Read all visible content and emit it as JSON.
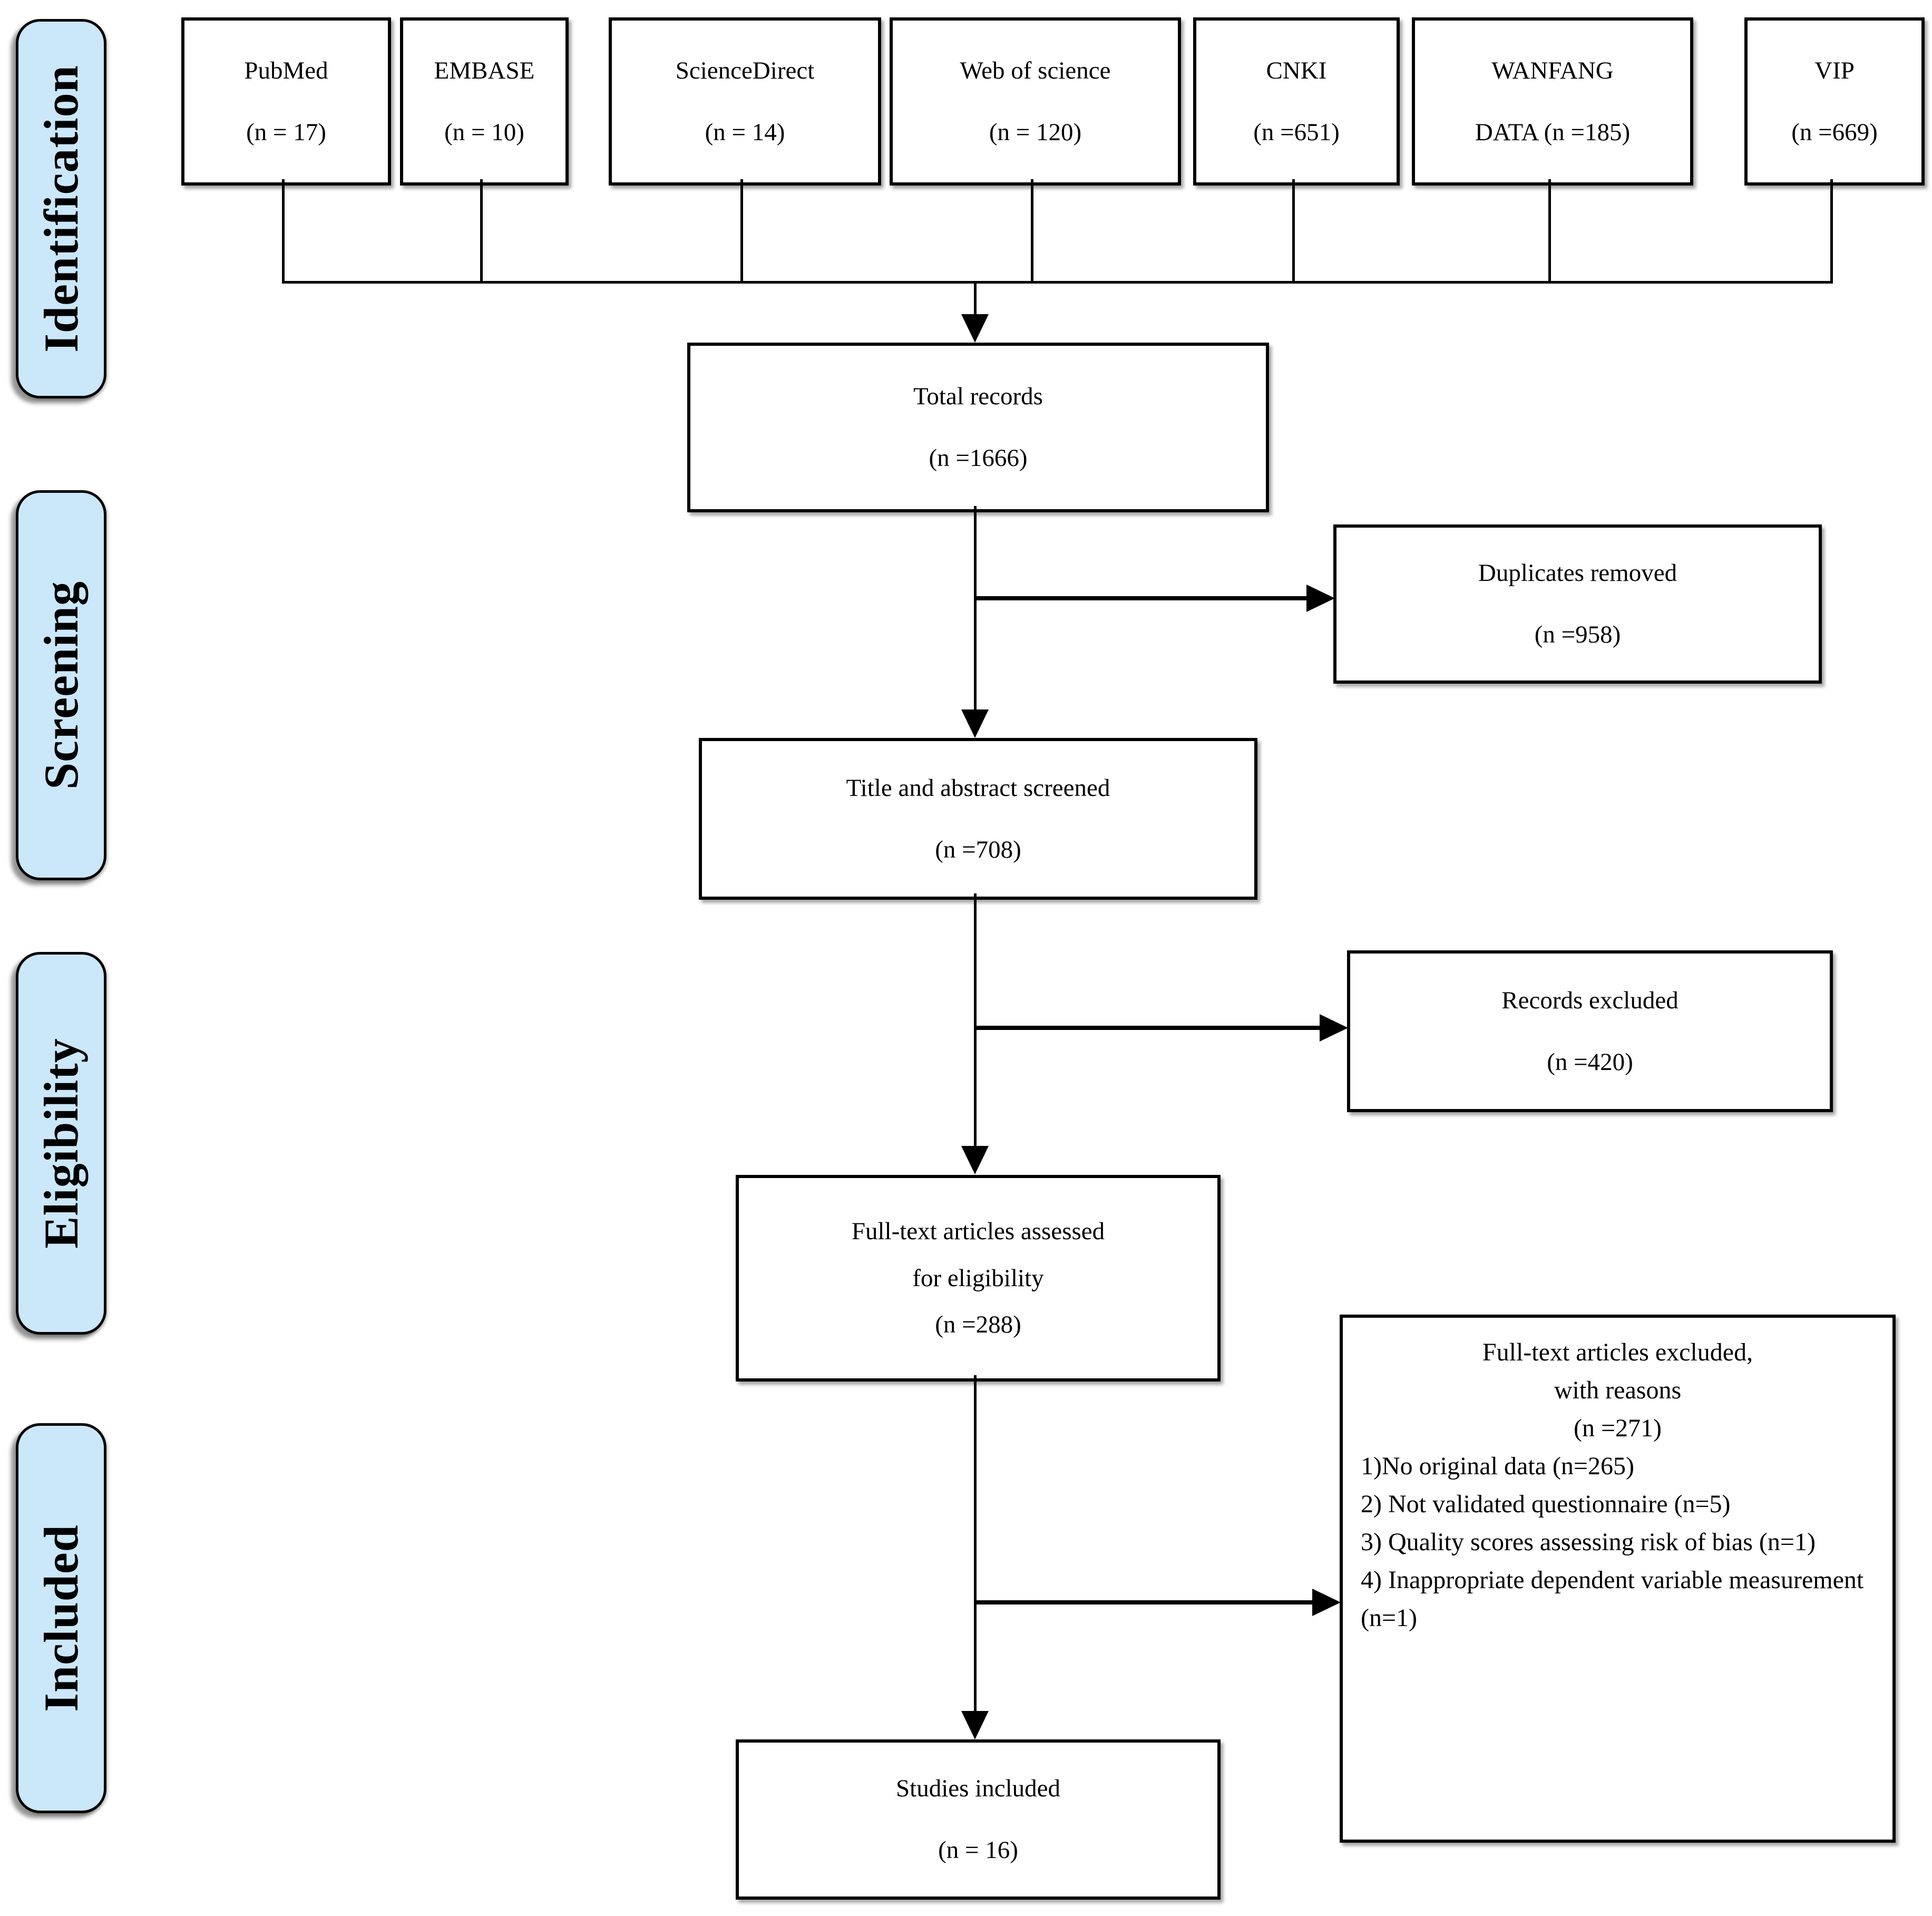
{
  "stages": [
    {
      "label": "Identification"
    },
    {
      "label": "Screening"
    },
    {
      "label": "Eligibility"
    },
    {
      "label": "Included"
    }
  ],
  "sources": [
    {
      "line1": "PubMed",
      "line2": "(n = 17)"
    },
    {
      "line1": "EMBASE",
      "line2": "(n = 10)"
    },
    {
      "line1": "ScienceDirect",
      "line2": "(n = 14)"
    },
    {
      "line1": "Web of science",
      "line2": "(n = 120)"
    },
    {
      "line1": "CNKI",
      "line2": "(n =651)"
    },
    {
      "line1": "WANFANG",
      "line2": "DATA (n =185)"
    },
    {
      "line1": "VIP",
      "line2": "(n =669)"
    }
  ],
  "flow": {
    "total_records": {
      "lines": [
        "Total records",
        "(n =1666)"
      ]
    },
    "title_abstract_screened": {
      "lines": [
        "Title and abstract screened",
        "(n =708)"
      ]
    },
    "fulltext_assessed": {
      "lines": [
        "Full-text articles assessed",
        "for eligibility",
        "(n =288)"
      ]
    },
    "studies_included": {
      "lines": [
        "Studies included",
        "(n = 16)"
      ]
    }
  },
  "side": {
    "duplicates_removed": {
      "lines": [
        "Duplicates removed",
        "(n =958)"
      ]
    },
    "records_excluded": {
      "lines": [
        "Records excluded",
        "(n =420)"
      ]
    },
    "fulltext_excluded": {
      "heading": [
        "Full-text articles excluded,",
        "with reasons",
        "(n =271)"
      ],
      "reasons": [
        "1)No original data (n=265)",
        "2) Not validated questionnaire (n=5)",
        "3) Quality scores assessing risk of bias (n=1)",
        "4) Inappropriate dependent variable measurement (n=1)"
      ]
    }
  },
  "colors": {
    "stage_fill": "#CBE7FA",
    "box_fill": "#FFFFFF",
    "line": "#000000"
  }
}
